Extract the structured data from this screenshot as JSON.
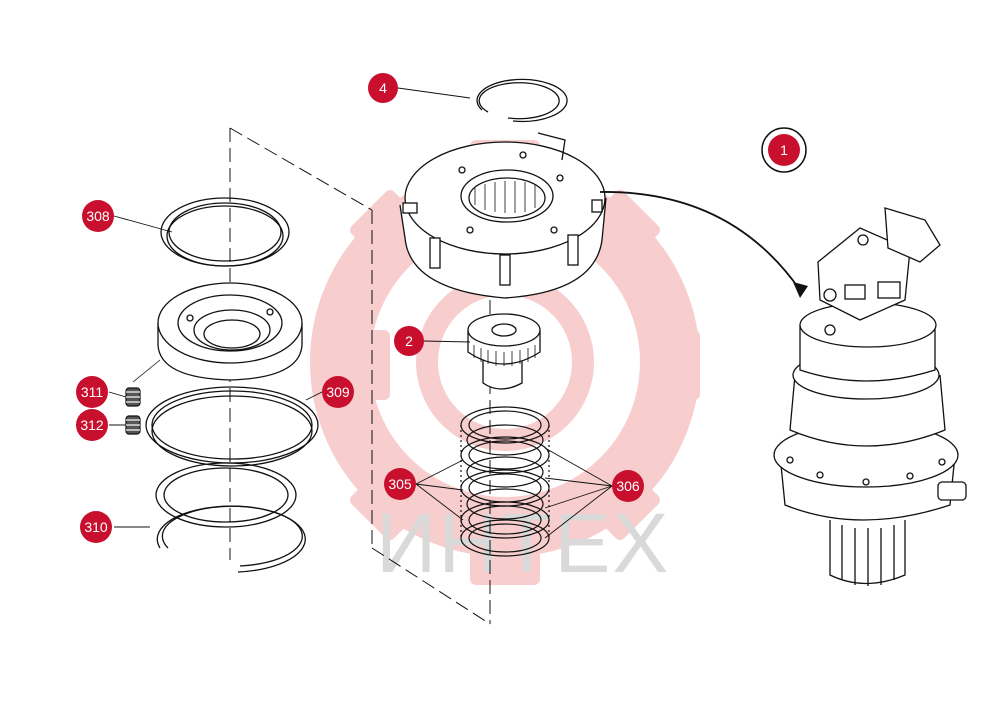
{
  "watermark": {
    "text": "ИНТЕХ",
    "color": "#d8d8d8",
    "gear_color": "#f6b6b6"
  },
  "colors": {
    "callout_fill": "#c8102e",
    "line": "#111111"
  },
  "callouts": [
    {
      "id": "4",
      "label": "4"
    },
    {
      "id": "1",
      "label": "1"
    },
    {
      "id": "308",
      "label": "308"
    },
    {
      "id": "2",
      "label": "2"
    },
    {
      "id": "311",
      "label": "311"
    },
    {
      "id": "309",
      "label": "309"
    },
    {
      "id": "312",
      "label": "312"
    },
    {
      "id": "305",
      "label": "305"
    },
    {
      "id": "306",
      "label": "306"
    },
    {
      "id": "310",
      "label": "310"
    }
  ]
}
